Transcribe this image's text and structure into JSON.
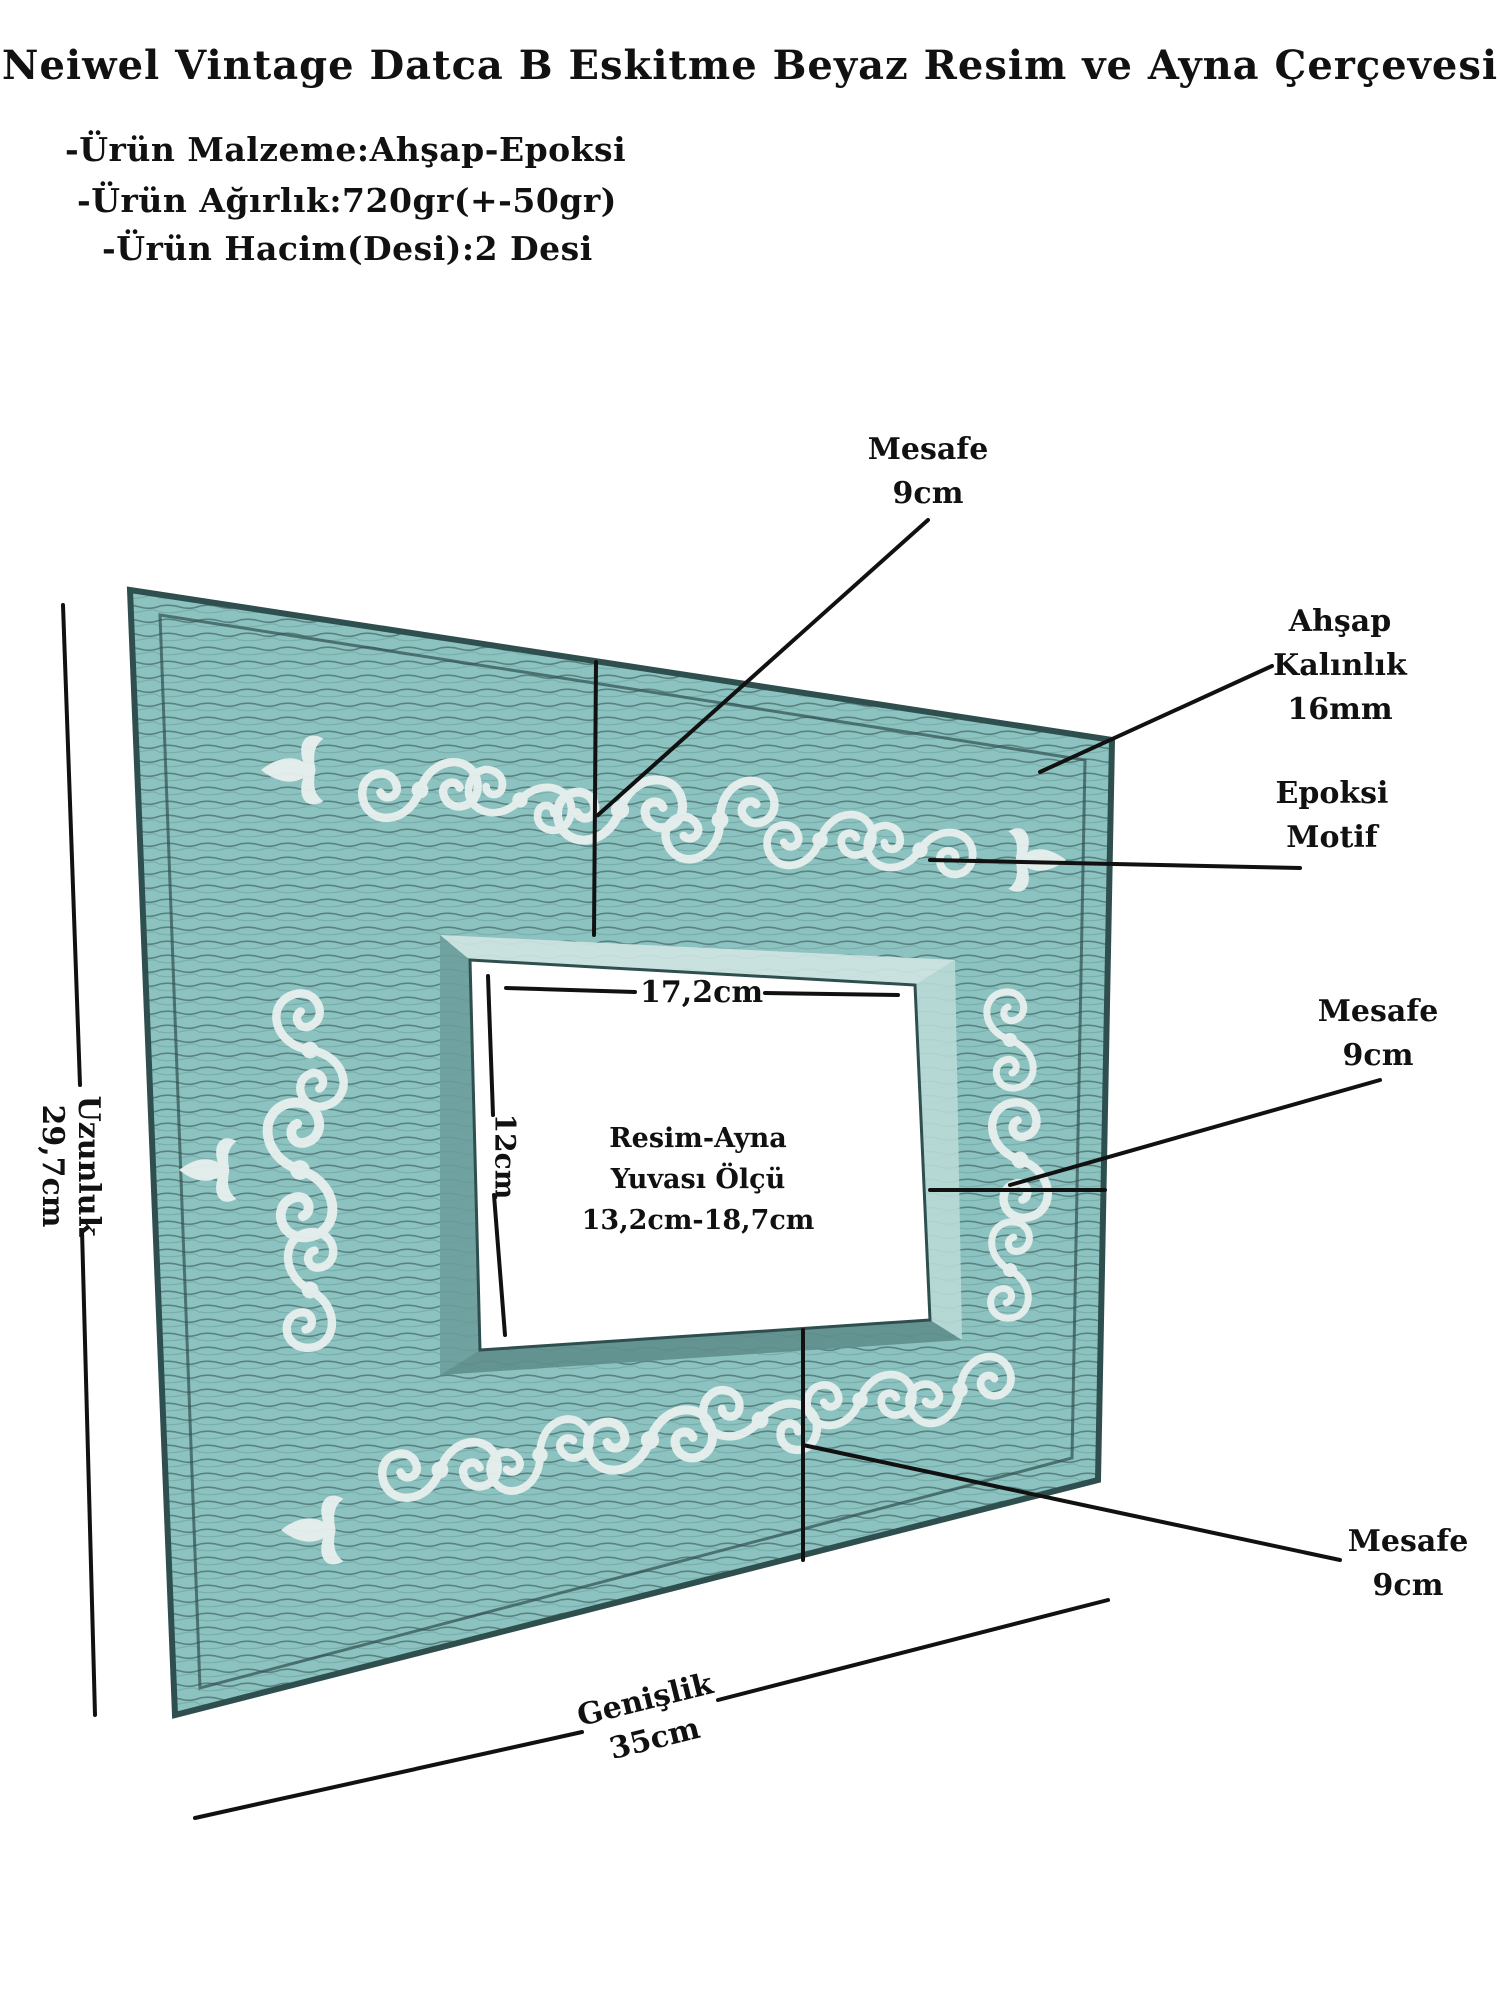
{
  "title": "Neiwel Vintage Datca B Eskitme Beyaz Resim ve Ayna Çerçevesi",
  "specs": [
    "-Ürün Malzeme:Ahşap-Epoksi",
    "-Ürün Ağırlık:720gr(+-50gr)",
    "-Ürün Hacim(Desi):2 Desi"
  ],
  "callouts": {
    "top_distance": {
      "line1": "Mesafe",
      "line2": "9cm"
    },
    "wood_thickness": {
      "line1": "Ahşap",
      "line2": "Kalınlık",
      "line3": "16mm"
    },
    "epoxy_motif": {
      "line1": "Epoksi",
      "line2": "Motif"
    },
    "right_distance": {
      "line1": "Mesafe",
      "line2": "9cm"
    },
    "bottom_distance": {
      "line1": "Mesafe",
      "line2": "9cm"
    }
  },
  "dimensions": {
    "opening_width": "17,2cm",
    "opening_height": "12cm",
    "length_label": "Uzunluk",
    "length_value": "29,7cm",
    "width_label": "Genişlik",
    "width_value": "35cm"
  },
  "slot": {
    "line1": "Resim-Ayna",
    "line2": "Yuvası Ölçü",
    "line3": "13,2cm-18,7cm"
  },
  "colors": {
    "frame_teal": "#8cc3c0",
    "frame_shadow": "#2f4f4f",
    "motif_white": "#e8f0ee",
    "line": "#111111"
  }
}
